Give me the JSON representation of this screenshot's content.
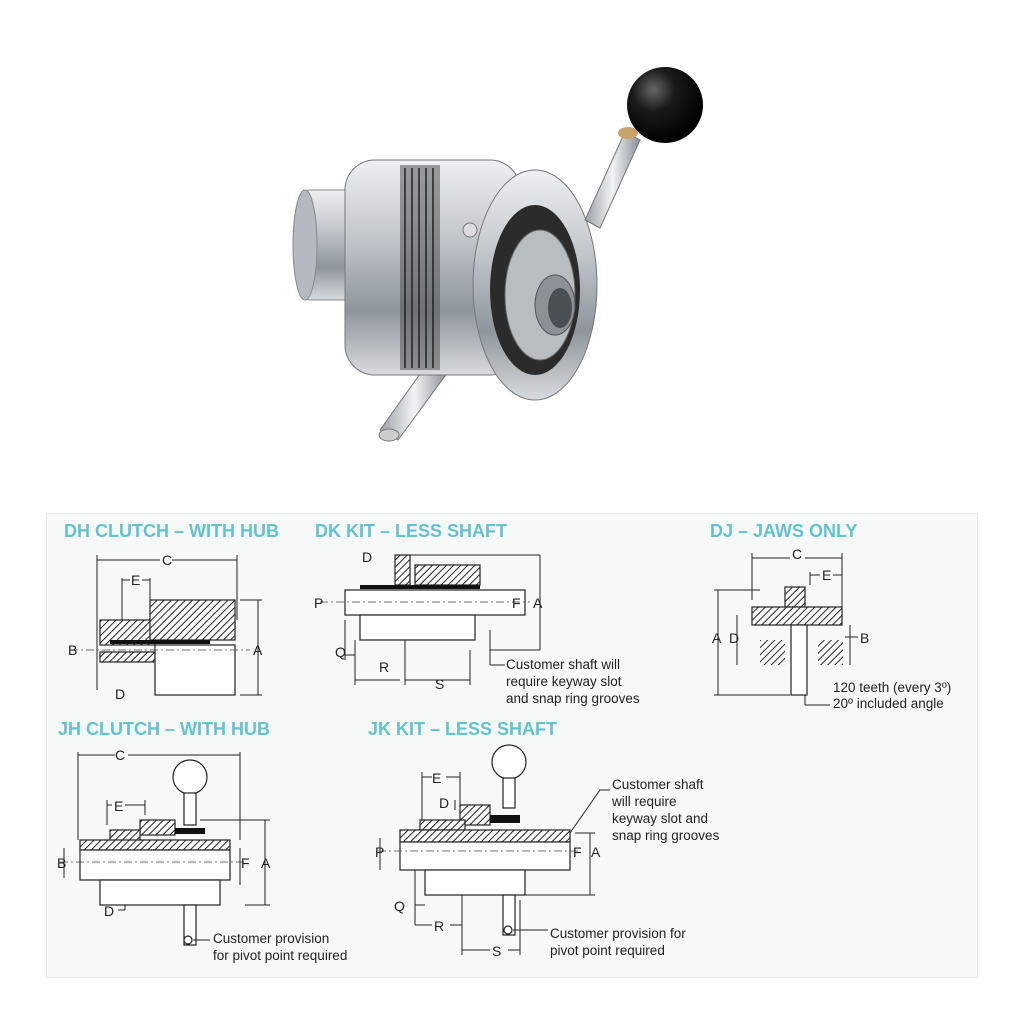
{
  "diagrams": {
    "dh": {
      "title": "DH CLUTCH – WITH HUB",
      "labels": {
        "c": "C",
        "e": "E",
        "b": "B",
        "a": "A",
        "d": "D"
      }
    },
    "dk": {
      "title": "DK KIT – LESS SHAFT",
      "labels": {
        "d": "D",
        "p": "P",
        "f": "F",
        "a": "A",
        "q": "Q",
        "r": "R",
        "s": "S"
      },
      "note": [
        "Customer shaft will",
        "require keyway slot",
        "and snap ring grooves"
      ]
    },
    "dj": {
      "title": "DJ – JAWS ONLY",
      "labels": {
        "c": "C",
        "e": "E",
        "a": "A",
        "d": "D",
        "b": "B"
      },
      "note": [
        "120 teeth (every 3º)",
        "20º included angle"
      ]
    },
    "jh": {
      "title": "JH CLUTCH – WITH HUB",
      "labels": {
        "c": "C",
        "e": "E",
        "b": "B",
        "f": "F",
        "a": "A",
        "d": "D"
      },
      "note": [
        "Customer provision",
        "for pivot point required"
      ]
    },
    "jk": {
      "title": "JK KIT – LESS SHAFT",
      "labels": {
        "e": "E",
        "d": "D",
        "p": "P",
        "f": "F",
        "a": "A",
        "q": "Q",
        "r": "R",
        "s": "S"
      },
      "note_shaft": [
        "Customer shaft",
        "will require",
        "keyway slot and",
        "snap ring grooves"
      ],
      "note_pivot": [
        "Customer provision for",
        "pivot point required"
      ]
    }
  },
  "colors": {
    "heading": "#62c3cf",
    "knob": "#111111",
    "metal": "#c8ccd0"
  }
}
